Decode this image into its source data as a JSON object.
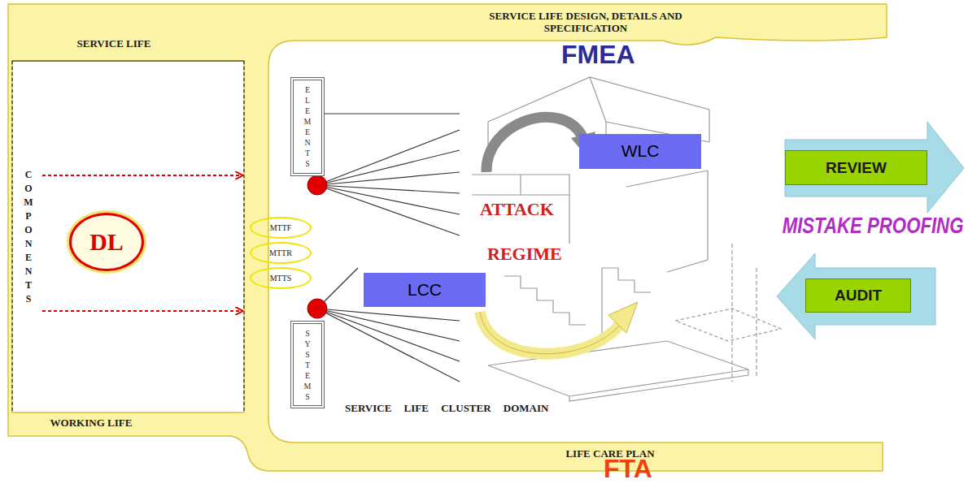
{
  "diagram": {
    "nodes": [
      {
        "text": [
          "SERVICE LIFE DESIGN, DETAILS AND SPECIFICATION"
        ]
      },
      {
        "text": [
          "SERVICE LIFE"
        ]
      },
      {
        "text": [
          "ELEMENTS"
        ]
      },
      {
        "text": [
          "WLC"
        ]
      },
      {
        "text": [
          "REVIEW"
        ]
      },
      {
        "text": [
          "DL"
        ]
      },
      {
        "text": [
          "MTTF"
        ]
      },
      {
        "text": [
          "MTTR"
        ]
      },
      {
        "text": [
          "MTTS"
        ]
      },
      {
        "text": [
          "LCC"
        ]
      },
      {
        "text": [
          "AUDIT"
        ]
      },
      {
        "text": [
          "SYSTEMS"
        ]
      },
      {
        "text": [
          "WORKING LIFE"
        ]
      },
      {
        "text": [
          "LIFE CARE PLAN"
        ]
      }
    ],
    "labels": [
      "FMEA",
      "COMPONENTS",
      "ATTACK",
      "MISTAKE PROOFING",
      "REGIME",
      "SERVICE LIFE CLUSTER DOMAIN",
      "FTA"
    ]
  }
}
